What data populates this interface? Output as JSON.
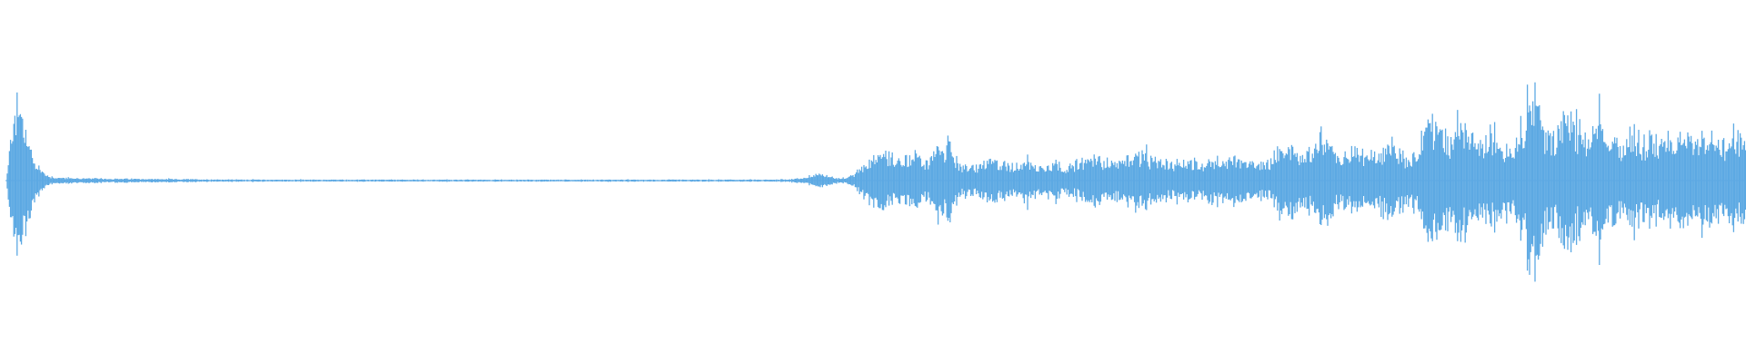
{
  "waveform": {
    "color": "#5DA9E3",
    "background": "#FFFFFF",
    "amplitude_envelope": [
      0.08,
      0.82,
      0.76,
      0.42,
      0.22,
      0.1,
      0.05,
      0.035,
      0.03,
      0.028,
      0.026,
      0.025,
      0.024,
      0.023,
      0.022,
      0.021,
      0.02,
      0.02,
      0.019,
      0.018,
      0.018,
      0.017,
      0.017,
      0.016,
      0.016,
      0.015,
      0.015,
      0.014,
      0.014,
      0.013,
      0.013,
      0.012,
      0.012,
      0.012,
      0.011,
      0.011,
      0.011,
      0.01,
      0.01,
      0.01,
      0.01,
      0.01,
      0.01,
      0.01,
      0.01,
      0.01,
      0.01,
      0.01,
      0.01,
      0.01,
      0.01,
      0.01,
      0.01,
      0.01,
      0.01,
      0.01,
      0.01,
      0.01,
      0.01,
      0.01,
      0.01,
      0.01,
      0.01,
      0.01,
      0.01,
      0.01,
      0.01,
      0.01,
      0.01,
      0.01,
      0.01,
      0.01,
      0.01,
      0.01,
      0.01,
      0.01,
      0.01,
      0.01,
      0.01,
      0.01,
      0.01,
      0.01,
      0.01,
      0.01,
      0.01,
      0.01,
      0.01,
      0.01,
      0.01,
      0.01,
      0.01,
      0.01,
      0.01,
      0.01,
      0.01,
      0.01,
      0.01,
      0.01,
      0.01,
      0.01,
      0.01,
      0.01,
      0.01,
      0.01,
      0.01,
      0.01,
      0.01,
      0.01,
      0.01,
      0.01,
      0.012,
      0.014,
      0.016,
      0.02,
      0.03,
      0.05,
      0.07,
      0.06,
      0.04,
      0.03,
      0.03,
      0.06,
      0.12,
      0.2,
      0.28,
      0.34,
      0.3,
      0.25,
      0.22,
      0.26,
      0.3,
      0.24,
      0.2,
      0.32,
      0.42,
      0.36,
      0.22,
      0.16,
      0.14,
      0.16,
      0.2,
      0.22,
      0.2,
      0.18,
      0.17,
      0.18,
      0.22,
      0.18,
      0.15,
      0.18,
      0.22,
      0.16,
      0.14,
      0.18,
      0.22,
      0.24,
      0.26,
      0.24,
      0.22,
      0.2,
      0.24,
      0.28,
      0.3,
      0.26,
      0.22,
      0.2,
      0.18,
      0.2,
      0.24,
      0.22,
      0.2,
      0.18,
      0.24,
      0.22,
      0.2,
      0.22,
      0.26,
      0.24,
      0.2,
      0.18,
      0.18,
      0.22,
      0.34,
      0.42,
      0.38,
      0.3,
      0.28,
      0.36,
      0.5,
      0.44,
      0.3,
      0.26,
      0.28,
      0.34,
      0.3,
      0.26,
      0.28,
      0.34,
      0.42,
      0.36,
      0.28,
      0.24,
      0.3,
      0.62,
      0.7,
      0.58,
      0.46,
      0.52,
      0.64,
      0.54,
      0.42,
      0.4,
      0.46,
      0.5,
      0.42,
      0.36,
      0.44,
      0.58,
      1.0,
      0.86,
      0.6,
      0.52,
      0.56,
      0.7,
      0.66,
      0.52,
      0.46,
      0.52,
      0.6,
      0.48,
      0.42,
      0.4,
      0.46,
      0.5,
      0.44,
      0.4,
      0.38,
      0.46,
      0.52,
      0.48,
      0.44,
      0.42,
      0.46,
      0.5,
      0.48,
      0.44,
      0.42,
      0.44,
      0.46,
      0.44
    ]
  }
}
